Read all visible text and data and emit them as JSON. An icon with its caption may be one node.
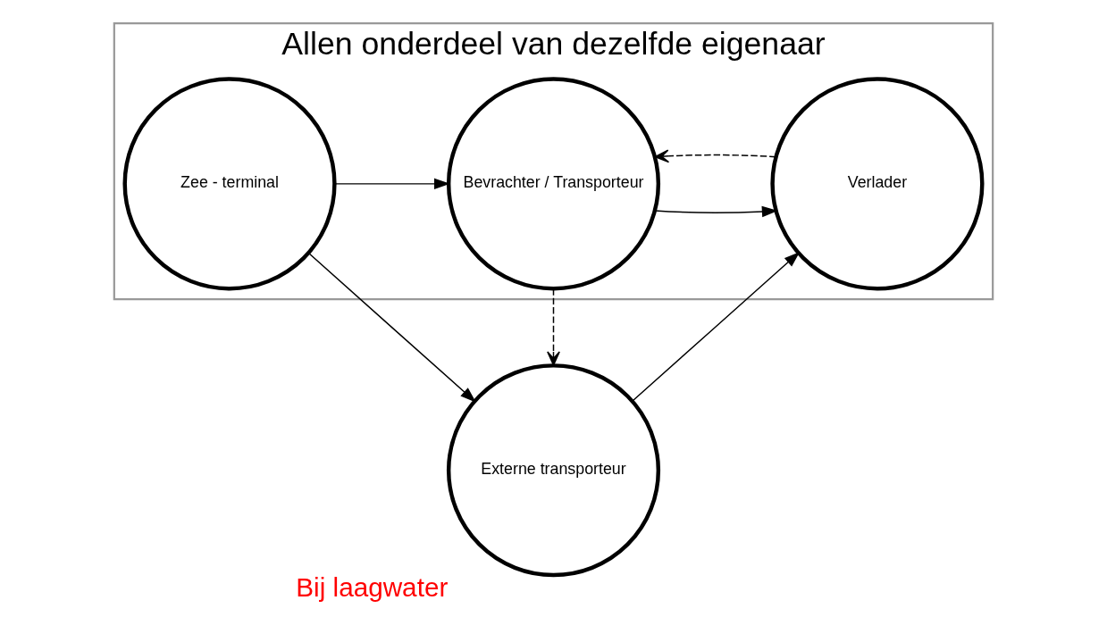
{
  "diagram": {
    "nodes": [
      {
        "text": [
          "Allen onderdeel van dezelfde eigenaar"
        ]
      },
      {
        "text": [
          "Zee - terminal"
        ],
        "in": 0
      },
      {
        "text": [
          "Bevrachter / Transporteur"
        ],
        "in": 0
      },
      {
        "text": [
          "Verlader"
        ],
        "in": 0
      },
      {
        "text": [
          "Externe transporteur"
        ],
        "beside": [
          "Bij laagwater"
        ]
      }
    ],
    "edges": [
      {
        "from": 1,
        "to": 2,
        "arrow": "to"
      },
      {
        "from": 2,
        "to": 3,
        "arrow": "to"
      },
      {
        "from": 3,
        "to": 2,
        "arrow": "to",
        "style": "dashed"
      },
      {
        "from": 2,
        "to": 4,
        "arrow": "to",
        "style": "dashed"
      },
      {
        "from": 1,
        "to": 4,
        "arrow": "to"
      },
      {
        "from": 4,
        "to": 3,
        "arrow": "to"
      }
    ]
  }
}
